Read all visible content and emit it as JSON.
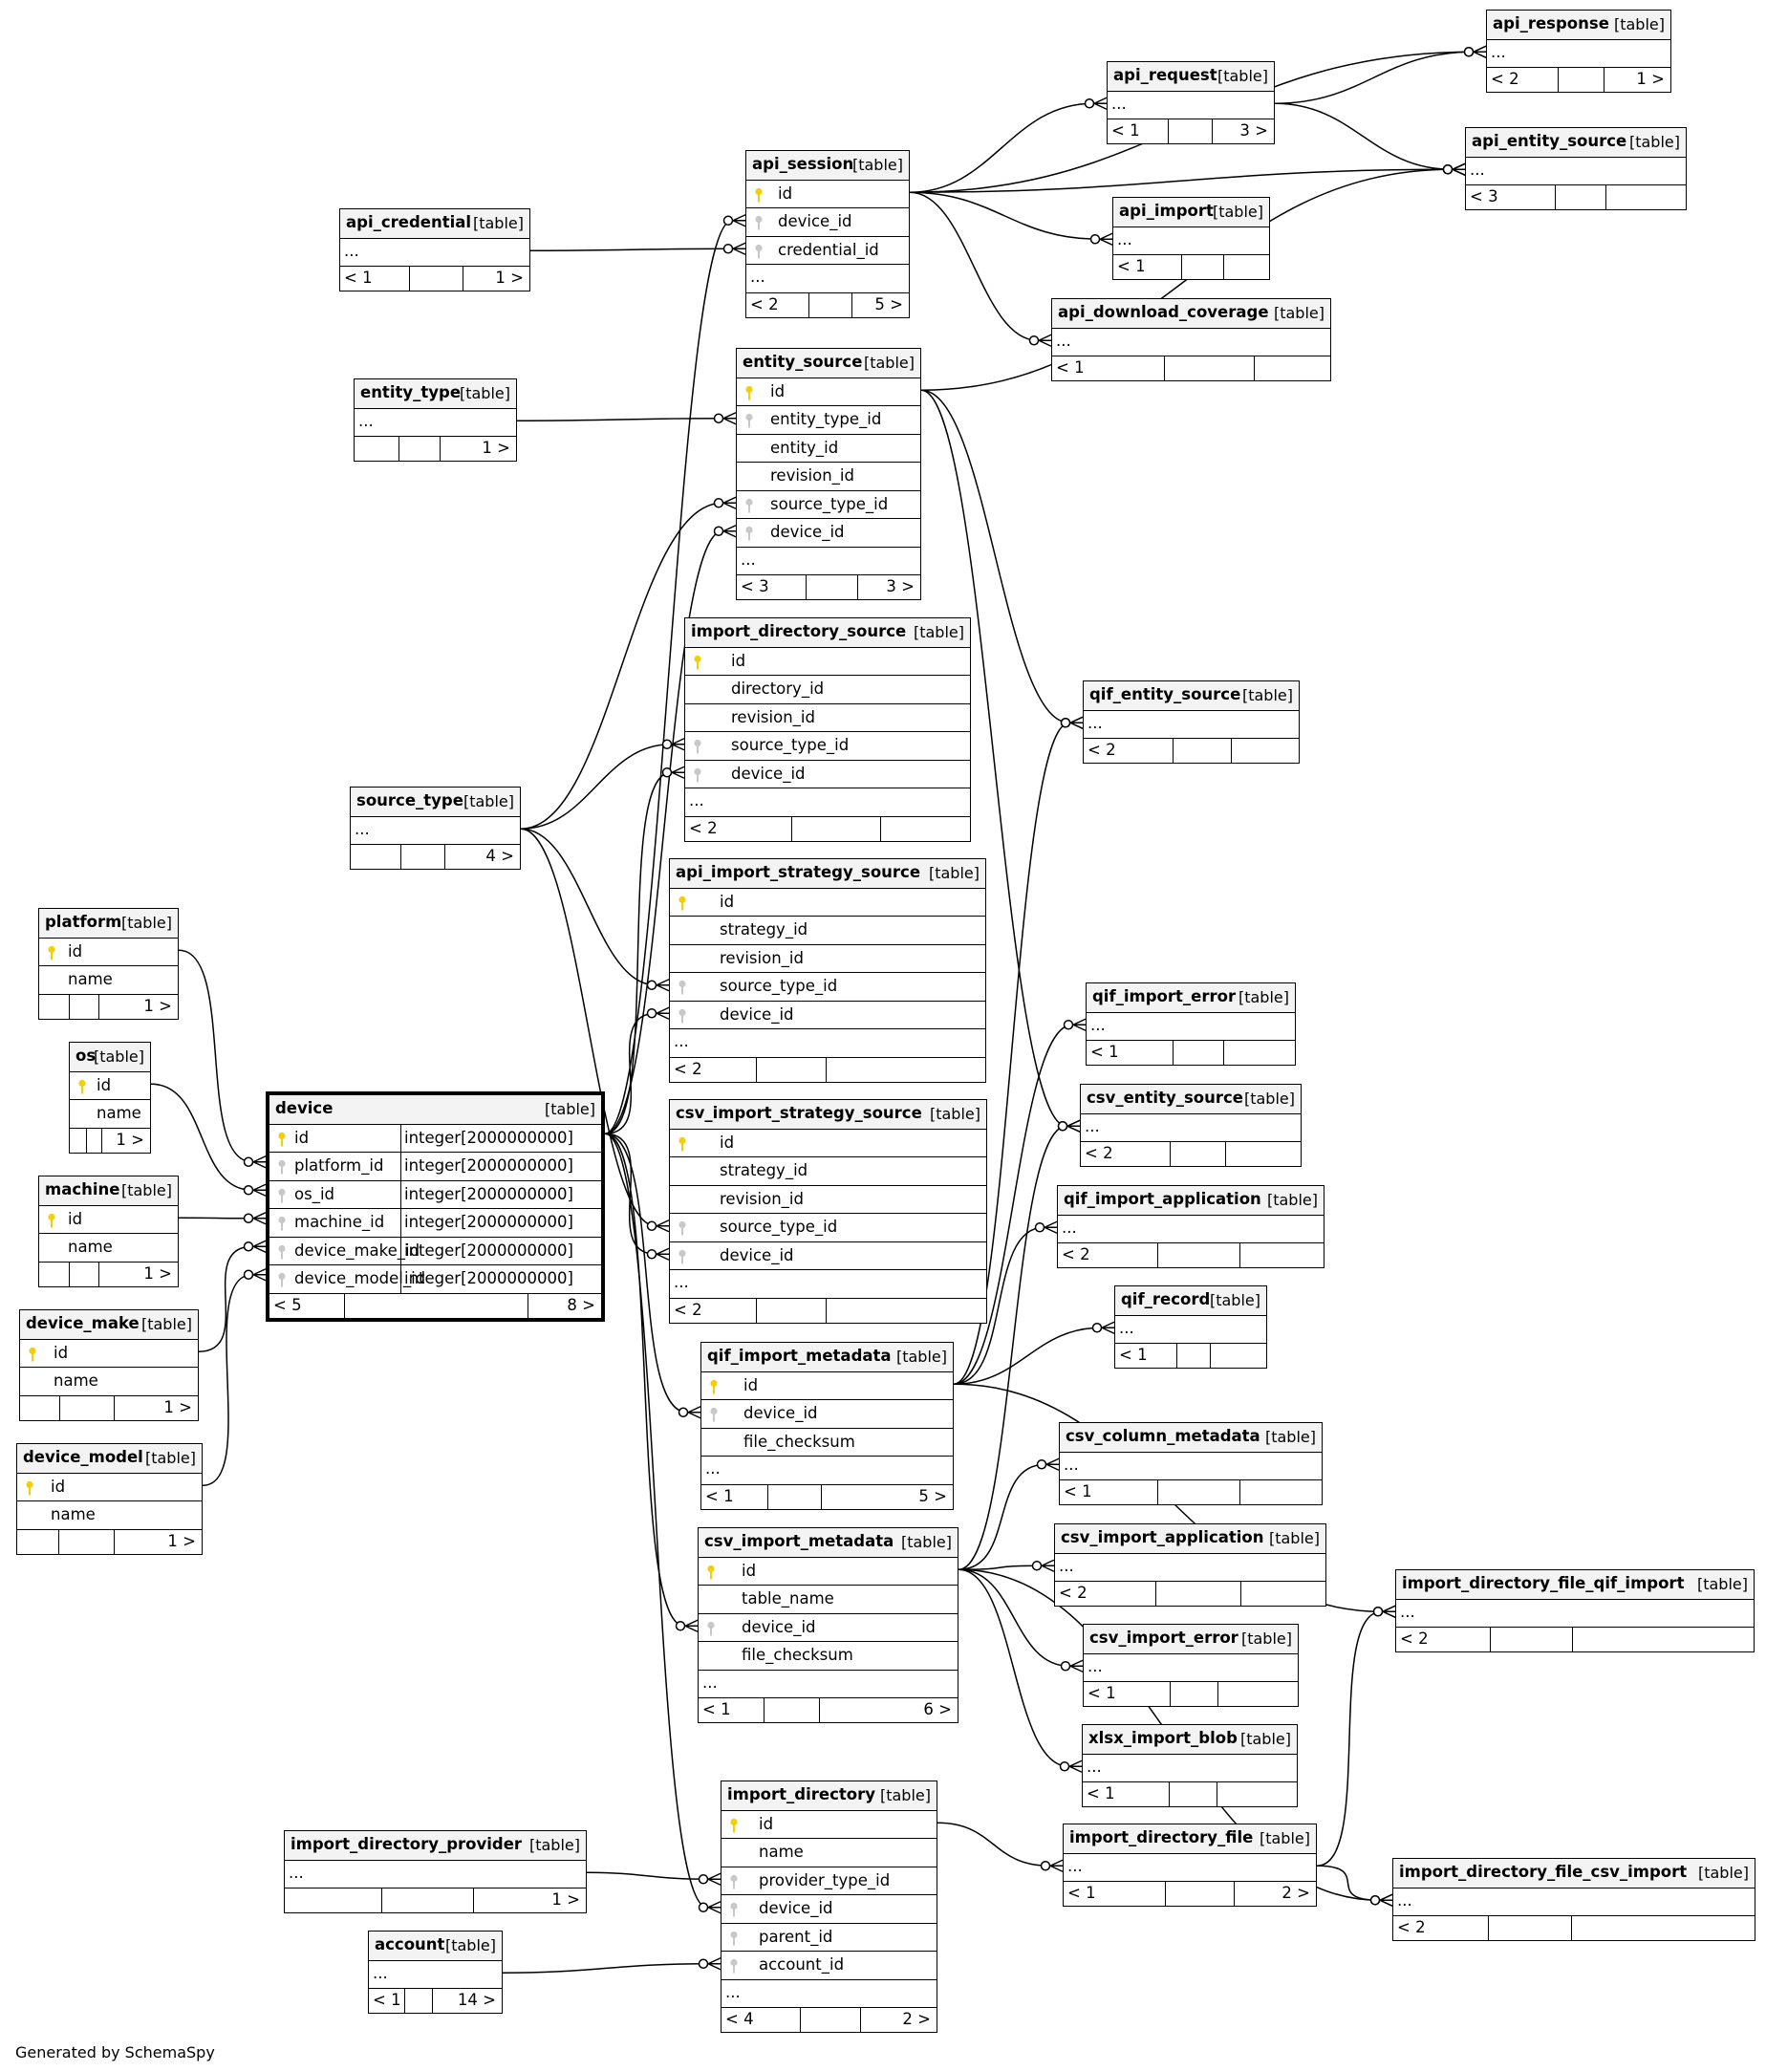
{
  "footer": "Generated by SchemaSpy",
  "colors": {
    "primary_key": "#f2cf0a",
    "foreign_key": "#c8c8c8",
    "header_bg": "#f3f3f3"
  },
  "focus_table": "device",
  "tables": [
    {
      "name": "api_response",
      "kind": "[table]",
      "columns": [],
      "ellipsis": true,
      "footer": {
        "left": "< 2",
        "right": "1 >"
      }
    },
    {
      "name": "api_request",
      "kind": "[table]",
      "columns": [],
      "ellipsis": true,
      "footer": {
        "left": "< 1",
        "right": "3 >"
      }
    },
    {
      "name": "api_entity_source",
      "kind": "[table]",
      "columns": [],
      "ellipsis": true,
      "footer": {
        "left": "< 3",
        "right": ""
      }
    },
    {
      "name": "api_session",
      "kind": "[table]",
      "columns": [
        {
          "name": "id",
          "key": "pk"
        },
        {
          "name": "device_id",
          "key": "fk"
        },
        {
          "name": "credential_id",
          "key": "fk"
        }
      ],
      "ellipsis": true,
      "footer": {
        "left": "< 2",
        "right": "5 >"
      }
    },
    {
      "name": "api_import",
      "kind": "[table]",
      "columns": [],
      "ellipsis": true,
      "footer": {
        "left": "< 1",
        "right": ""
      }
    },
    {
      "name": "api_credential",
      "kind": "[table]",
      "columns": [],
      "ellipsis": true,
      "footer": {
        "left": "< 1",
        "right": "1 >"
      }
    },
    {
      "name": "api_download_coverage",
      "kind": "[table]",
      "columns": [],
      "ellipsis": true,
      "footer": {
        "left": "< 1",
        "right": ""
      }
    },
    {
      "name": "entity_source",
      "kind": "[table]",
      "columns": [
        {
          "name": "id",
          "key": "pk"
        },
        {
          "name": "entity_type_id",
          "key": "fk"
        },
        {
          "name": "entity_id",
          "key": ""
        },
        {
          "name": "revision_id",
          "key": ""
        },
        {
          "name": "source_type_id",
          "key": "fk"
        },
        {
          "name": "device_id",
          "key": "fk"
        }
      ],
      "ellipsis": true,
      "footer": {
        "left": "< 3",
        "right": "3 >"
      }
    },
    {
      "name": "entity_type",
      "kind": "[table]",
      "columns": [],
      "ellipsis": true,
      "footer": {
        "left": "",
        "right": "1 >"
      }
    },
    {
      "name": "import_directory_source",
      "kind": "[table]",
      "columns": [
        {
          "name": "id",
          "key": "pk"
        },
        {
          "name": "directory_id",
          "key": ""
        },
        {
          "name": "revision_id",
          "key": ""
        },
        {
          "name": "source_type_id",
          "key": "fk"
        },
        {
          "name": "device_id",
          "key": "fk"
        }
      ],
      "ellipsis": true,
      "footer": {
        "left": "< 2",
        "right": ""
      }
    },
    {
      "name": "qif_entity_source",
      "kind": "[table]",
      "columns": [],
      "ellipsis": true,
      "footer": {
        "left": "< 2",
        "right": ""
      }
    },
    {
      "name": "source_type",
      "kind": "[table]",
      "columns": [],
      "ellipsis": true,
      "footer": {
        "left": "",
        "right": "4 >"
      }
    },
    {
      "name": "api_import_strategy_source",
      "kind": "[table]",
      "columns": [
        {
          "name": "id",
          "key": "pk"
        },
        {
          "name": "strategy_id",
          "key": ""
        },
        {
          "name": "revision_id",
          "key": ""
        },
        {
          "name": "source_type_id",
          "key": "fk"
        },
        {
          "name": "device_id",
          "key": "fk"
        }
      ],
      "ellipsis": true,
      "footer": {
        "left": "< 2",
        "right": ""
      }
    },
    {
      "name": "platform",
      "kind": "[table]",
      "columns": [
        {
          "name": "id",
          "key": "pk"
        },
        {
          "name": "name",
          "key": ""
        }
      ],
      "ellipsis": false,
      "footer": {
        "left": "",
        "right": "1 >"
      }
    },
    {
      "name": "qif_import_error",
      "kind": "[table]",
      "columns": [],
      "ellipsis": true,
      "footer": {
        "left": "< 1",
        "right": ""
      }
    },
    {
      "name": "os",
      "kind": "[table]",
      "columns": [
        {
          "name": "id",
          "key": "pk"
        },
        {
          "name": "name",
          "key": ""
        }
      ],
      "ellipsis": false,
      "footer": {
        "left": "",
        "right": "1 >"
      }
    },
    {
      "name": "device",
      "kind": "[table]",
      "columns": [
        {
          "name": "id",
          "key": "pk",
          "type": "integer[2000000000]"
        },
        {
          "name": "platform_id",
          "key": "fk",
          "type": "integer[2000000000]"
        },
        {
          "name": "os_id",
          "key": "fk",
          "type": "integer[2000000000]"
        },
        {
          "name": "machine_id",
          "key": "fk",
          "type": "integer[2000000000]"
        },
        {
          "name": "device_make_id",
          "key": "fk",
          "type": "integer[2000000000]"
        },
        {
          "name": "device_model_id",
          "key": "fk",
          "type": "integer[2000000000]"
        }
      ],
      "ellipsis": false,
      "footer": {
        "left": "< 5",
        "right": "8 >"
      }
    },
    {
      "name": "csv_entity_source",
      "kind": "[table]",
      "columns": [],
      "ellipsis": true,
      "footer": {
        "left": "< 2",
        "right": ""
      }
    },
    {
      "name": "csv_import_strategy_source",
      "kind": "[table]",
      "columns": [
        {
          "name": "id",
          "key": "pk"
        },
        {
          "name": "strategy_id",
          "key": ""
        },
        {
          "name": "revision_id",
          "key": ""
        },
        {
          "name": "source_type_id",
          "key": "fk"
        },
        {
          "name": "device_id",
          "key": "fk"
        }
      ],
      "ellipsis": true,
      "footer": {
        "left": "< 2",
        "right": ""
      }
    },
    {
      "name": "machine",
      "kind": "[table]",
      "columns": [
        {
          "name": "id",
          "key": "pk"
        },
        {
          "name": "name",
          "key": ""
        }
      ],
      "ellipsis": false,
      "footer": {
        "left": "",
        "right": "1 >"
      }
    },
    {
      "name": "qif_import_application",
      "kind": "[table]",
      "columns": [],
      "ellipsis": true,
      "footer": {
        "left": "< 2",
        "right": ""
      }
    },
    {
      "name": "qif_record",
      "kind": "[table]",
      "columns": [],
      "ellipsis": true,
      "footer": {
        "left": "< 1",
        "right": ""
      }
    },
    {
      "name": "device_make",
      "kind": "[table]",
      "columns": [
        {
          "name": "id",
          "key": "pk"
        },
        {
          "name": "name",
          "key": ""
        }
      ],
      "ellipsis": false,
      "footer": {
        "left": "",
        "right": "1 >"
      }
    },
    {
      "name": "qif_import_metadata",
      "kind": "[table]",
      "columns": [
        {
          "name": "id",
          "key": "pk"
        },
        {
          "name": "device_id",
          "key": "fk"
        },
        {
          "name": "file_checksum",
          "key": ""
        }
      ],
      "ellipsis": true,
      "footer": {
        "left": "< 1",
        "right": "5 >"
      }
    },
    {
      "name": "device_model",
      "kind": "[table]",
      "columns": [
        {
          "name": "id",
          "key": "pk"
        },
        {
          "name": "name",
          "key": ""
        }
      ],
      "ellipsis": false,
      "footer": {
        "left": "",
        "right": "1 >"
      }
    },
    {
      "name": "csv_column_metadata",
      "kind": "[table]",
      "columns": [],
      "ellipsis": true,
      "footer": {
        "left": "< 1",
        "right": ""
      }
    },
    {
      "name": "csv_import_application",
      "kind": "[table]",
      "columns": [],
      "ellipsis": true,
      "footer": {
        "left": "< 2",
        "right": ""
      }
    },
    {
      "name": "csv_import_metadata",
      "kind": "[table]",
      "columns": [
        {
          "name": "id",
          "key": "pk"
        },
        {
          "name": "table_name",
          "key": ""
        },
        {
          "name": "device_id",
          "key": "fk"
        },
        {
          "name": "file_checksum",
          "key": ""
        }
      ],
      "ellipsis": true,
      "footer": {
        "left": "< 1",
        "right": "6 >"
      }
    },
    {
      "name": "import_directory_file_qif_import",
      "kind": "[table]",
      "columns": [],
      "ellipsis": true,
      "footer": {
        "left": "< 2",
        "right": ""
      }
    },
    {
      "name": "csv_import_error",
      "kind": "[table]",
      "columns": [],
      "ellipsis": true,
      "footer": {
        "left": "< 1",
        "right": ""
      }
    },
    {
      "name": "xlsx_import_blob",
      "kind": "[table]",
      "columns": [],
      "ellipsis": true,
      "footer": {
        "left": "< 1",
        "right": ""
      }
    },
    {
      "name": "import_directory",
      "kind": "[table]",
      "columns": [
        {
          "name": "id",
          "key": "pk"
        },
        {
          "name": "name",
          "key": ""
        },
        {
          "name": "provider_type_id",
          "key": "fk"
        },
        {
          "name": "device_id",
          "key": "fk"
        },
        {
          "name": "parent_id",
          "key": "fk"
        },
        {
          "name": "account_id",
          "key": "fk"
        }
      ],
      "ellipsis": true,
      "footer": {
        "left": "< 4",
        "right": "2 >"
      }
    },
    {
      "name": "import_directory_provider",
      "kind": "[table]",
      "columns": [],
      "ellipsis": true,
      "footer": {
        "left": "",
        "right": "1 >"
      }
    },
    {
      "name": "import_directory_file",
      "kind": "[table]",
      "columns": [],
      "ellipsis": true,
      "footer": {
        "left": "< 1",
        "right": "2 >"
      }
    },
    {
      "name": "import_directory_file_csv_import",
      "kind": "[table]",
      "columns": [],
      "ellipsis": true,
      "footer": {
        "left": "< 2",
        "right": ""
      }
    },
    {
      "name": "account",
      "kind": "[table]",
      "columns": [],
      "ellipsis": true,
      "footer": {
        "left": "< 1",
        "right": "14 >"
      }
    }
  ]
}
